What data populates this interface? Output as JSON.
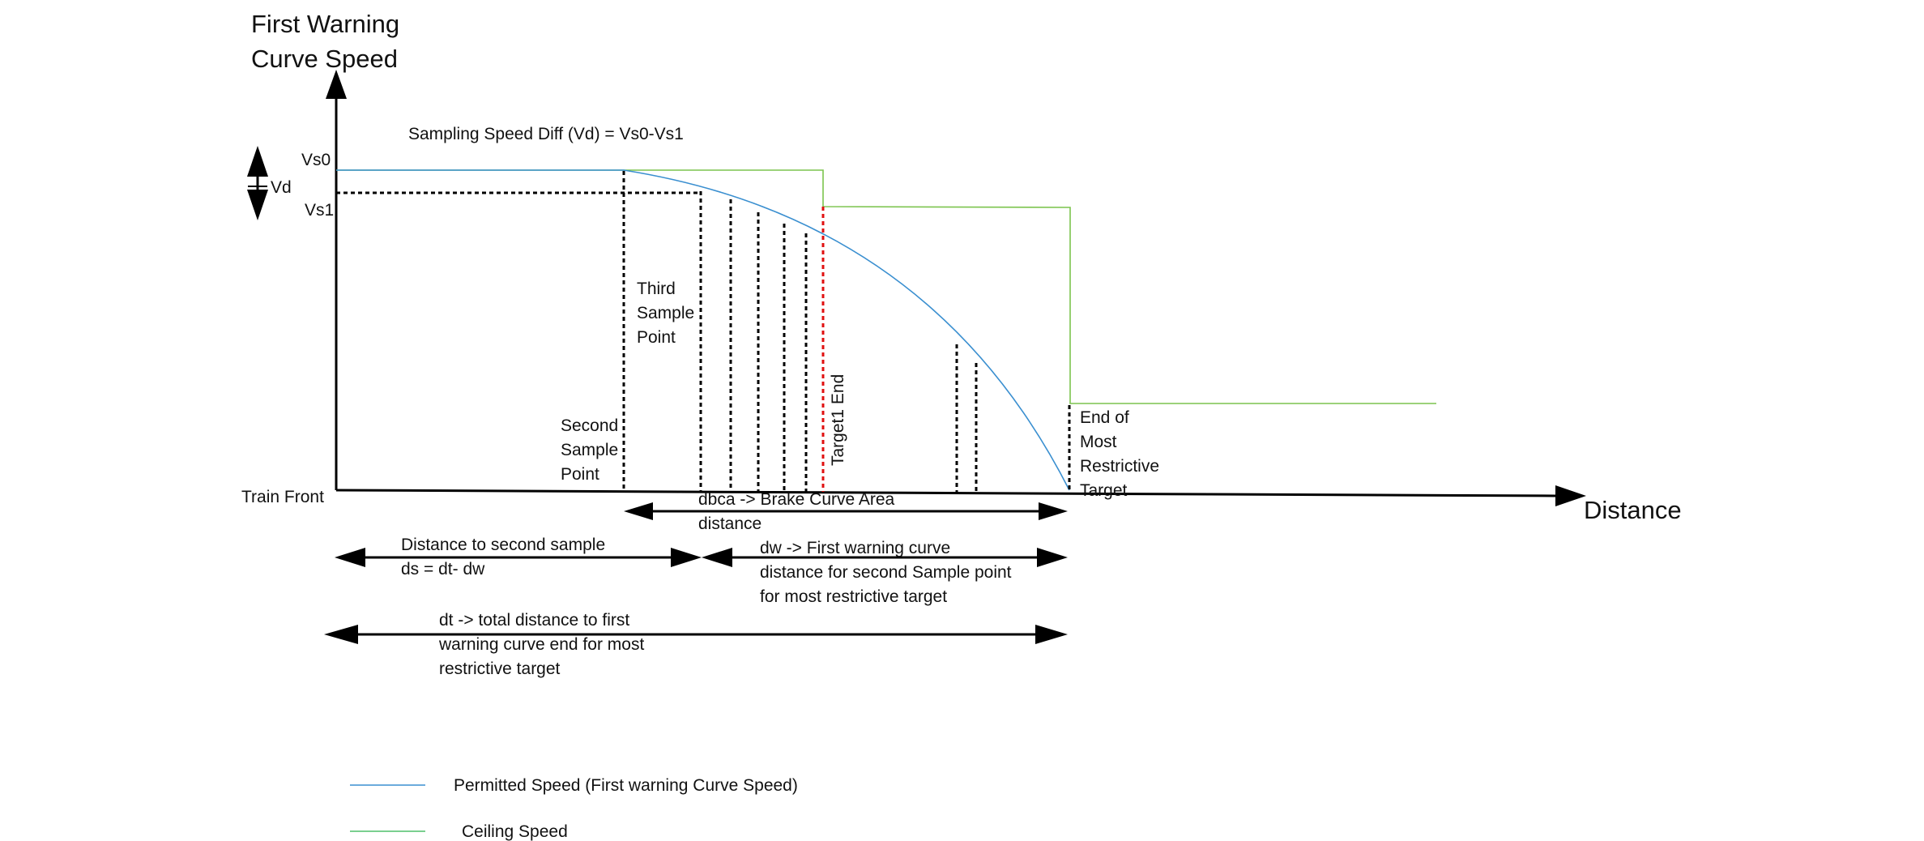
{
  "axes": {
    "y_title_line1": "First Warning",
    "y_title_line2": "Curve Speed",
    "x_title": "Distance",
    "origin_label": "Train Front"
  },
  "speed_labels": {
    "vs0": "Vs0",
    "vs1": "Vs1",
    "vd": "Vd",
    "sampling_diff": "Sampling Speed Diff (Vd) = Vs0-Vs1"
  },
  "points": {
    "third_sample": [
      "Third",
      "Sample",
      "Point"
    ],
    "second_sample": [
      "Second",
      "Sample",
      "Point"
    ],
    "target1_end": "Target1 End",
    "most_restrictive": [
      "End of",
      "Most",
      "Restrictive",
      "Target"
    ]
  },
  "dimensions": {
    "dbca": [
      "dbca -> Brake Curve Area",
      "distance"
    ],
    "ds": [
      "Distance to second sample",
      "ds = dt- dw"
    ],
    "dw": [
      "dw -> First warning curve",
      "distance for second Sample point",
      "for most restrictive target"
    ],
    "dt": [
      "dt -> total distance to first",
      "warning curve end for most",
      "restrictive target"
    ]
  },
  "legend": [
    {
      "label": "Permitted Speed (First warning Curve Speed)",
      "color": "#3a8fd0"
    },
    {
      "label": "Ceiling Speed",
      "color": "#7cc44e"
    }
  ],
  "colors": {
    "permitted": "#3a8fd0",
    "ceiling": "#7cc44e",
    "target_line": "#e01010",
    "axis": "#000000"
  }
}
